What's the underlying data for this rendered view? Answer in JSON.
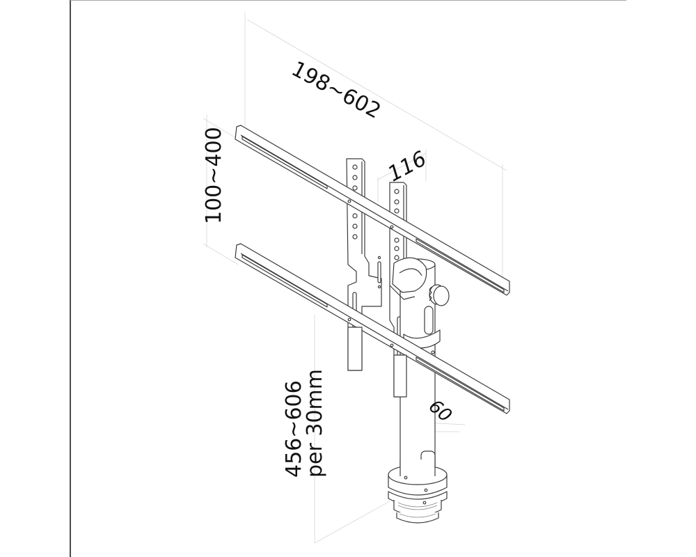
{
  "diagram": {
    "subject": "single monitor desk mount pole with VESA cross-bar adapter",
    "dimensions": {
      "vesa_width": "198~602",
      "vesa_height": "100~400",
      "bracket_offset": "116",
      "pole_height_line1": "456~606",
      "pole_height_line2": "per 30mm",
      "pole_diameter": "60"
    },
    "parts": [
      "upper-crossbar",
      "lower-crossbar",
      "left-vesa-plate",
      "right-vesa-plate",
      "tilt-bracket",
      "locking-knob",
      "pole-collar",
      "pole",
      "height-release-clip",
      "desk-clamp-base"
    ],
    "colors": {
      "line": "#3a3a3a",
      "dim_line": "#d9d9d9",
      "frame_left": "#4a4a4a",
      "frame_top": "#a8a8a8",
      "text": "#111111"
    }
  }
}
